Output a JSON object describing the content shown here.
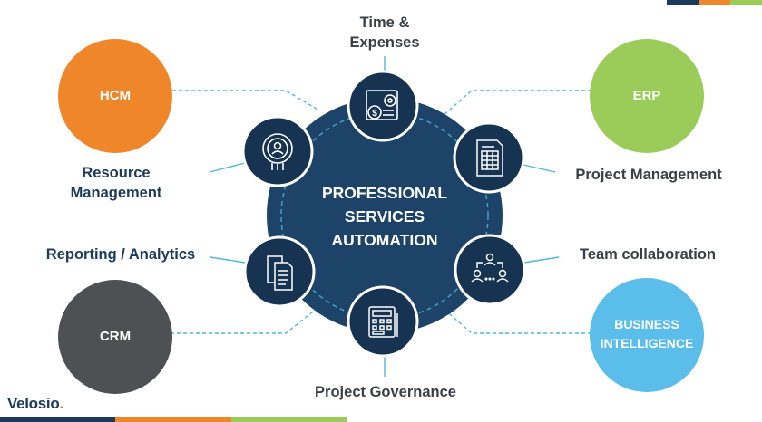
{
  "center": {
    "lines": [
      "PROFESSIONAL",
      "SERVICES",
      "AUTOMATION"
    ]
  },
  "modules": [
    {
      "id": "hcm",
      "label": "HCM",
      "color": "#f0862a"
    },
    {
      "id": "erp",
      "label": "ERP",
      "color": "#9bcc5a"
    },
    {
      "id": "crm",
      "label": "CRM",
      "color": "#4e5054"
    },
    {
      "id": "bi",
      "label": "BUSINESS\nINTELLIGENCE",
      "color": "#5bbde9"
    }
  ],
  "capabilities": [
    {
      "id": "time",
      "label": "Time &\nExpenses",
      "icon": "gear-dollar-icon"
    },
    {
      "id": "resource",
      "label": "Resource\nManagement",
      "icon": "resource-badge-icon"
    },
    {
      "id": "project-mgmt",
      "label": "Project Management",
      "icon": "document-table-icon"
    },
    {
      "id": "team",
      "label": "Team collaboration",
      "icon": "team-hierarchy-icon"
    },
    {
      "id": "reporting",
      "label": "Reporting / Analytics",
      "icon": "documents-icon"
    },
    {
      "id": "governance",
      "label": "Project Governance",
      "icon": "calculator-icon"
    }
  ],
  "brand": {
    "name": "Velosio",
    "mark": "."
  },
  "colors": {
    "navy": "#1b3a5c",
    "node": "#163352",
    "hub": "#1d4468",
    "connector": "#4fb6d9"
  }
}
